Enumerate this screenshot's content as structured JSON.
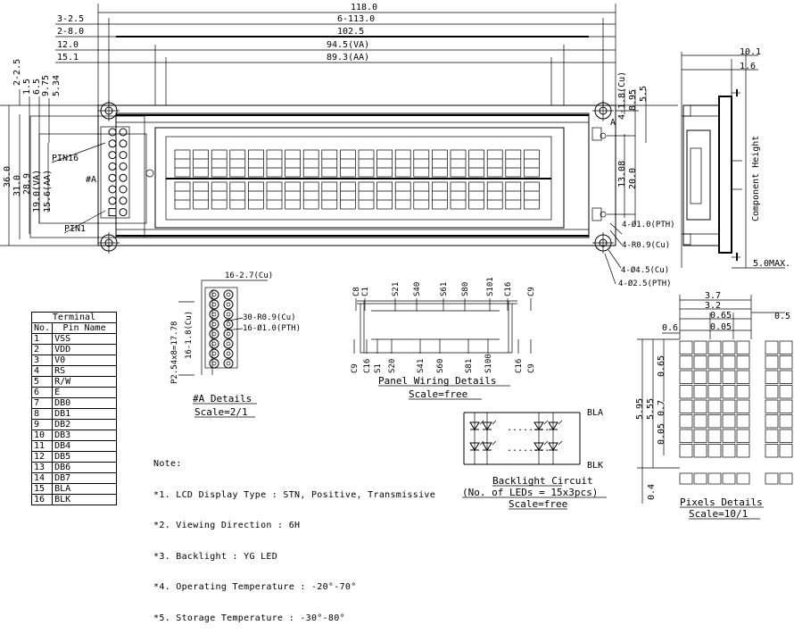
{
  "top_dims": {
    "d1": "118.0",
    "d2a": "3-2.5",
    "d2b": "6-113.0",
    "d3a": "2-8.0",
    "d3b": "102.5",
    "d4a": "12.0",
    "d4b": "94.5(VA)",
    "d5a": "15.1",
    "d5b": "89.3(AA)"
  },
  "left_dims": [
    "2-2.5",
    "1.5",
    "6.5",
    "9.75",
    "5.34"
  ],
  "vert_dims": [
    "36.0",
    "31.0",
    "28.9",
    "19.0(VA)",
    "15.6(AA)"
  ],
  "right_dims": [
    "4-1.8(Cu)",
    "8.95",
    "5.5",
    "13.08",
    "20.0"
  ],
  "hole_labels": [
    "4-Ø1.0(PTH)",
    "4-R0.9(Cu)",
    "4-Ø4.5(Cu)",
    "4-Ø2.5(PTH)"
  ],
  "pin_labels": {
    "pin16": "PIN16",
    "pin1": "PIN1",
    "marker": "#A",
    "ref": "A"
  },
  "side": {
    "d1": "10.1",
    "d2": "1.6",
    "height": "Component Height",
    "max": "5.0MAX."
  },
  "a_details": {
    "pitch": "P2.54x8=17.78",
    "row1": "16-2.7(Cu)",
    "col": "16-1.8(Cu)",
    "lbl1": "30-R0.9(Cu)",
    "lbl2": "16-Ø1.0(PTH)",
    "title": "#A Details",
    "scale": "Scale=2/1"
  },
  "panel": {
    "top": [
      "C8",
      "C1",
      "S21",
      "S40",
      "S61",
      "S80",
      "S101",
      "C16",
      "C9"
    ],
    "bottom": [
      "C9",
      "C16",
      "S1",
      "S20",
      "S41",
      "S60",
      "S81",
      "S100",
      "C16",
      "C9"
    ],
    "title": "Panel Wiring Details",
    "scale": "Scale=free"
  },
  "backlight": {
    "bla": "BLA",
    "blk": "BLK",
    "title": "Backlight Circuit",
    "count": "(No. of LEDs = 15x3pcs)",
    "scale": "Scale=free"
  },
  "pixels": {
    "w1": "3.7",
    "w2": "3.2",
    "w3": "0.65",
    "w4": "0.05",
    "w5": "0.6",
    "w6": "0.5",
    "h1": "5.95",
    "h2": "5.55",
    "h3": "0.65",
    "h4": "0.7",
    "h5": "0.05",
    "h6": "0.4",
    "title": "Pixels Details",
    "scale": "Scale=10/1"
  },
  "terminal": {
    "title": "Terminal",
    "col_no": "No.",
    "col_name": "Pin Name",
    "rows": [
      {
        "no": "1",
        "name": "VSS"
      },
      {
        "no": "2",
        "name": "VDD"
      },
      {
        "no": "3",
        "name": "V0"
      },
      {
        "no": "4",
        "name": "RS"
      },
      {
        "no": "5",
        "name": "R/W"
      },
      {
        "no": "6",
        "name": "E"
      },
      {
        "no": "7",
        "name": "DB0"
      },
      {
        "no": "8",
        "name": "DB1"
      },
      {
        "no": "9",
        "name": "DB2"
      },
      {
        "no": "10",
        "name": "DB3"
      },
      {
        "no": "11",
        "name": "DB4"
      },
      {
        "no": "12",
        "name": "DB5"
      },
      {
        "no": "13",
        "name": "DB6"
      },
      {
        "no": "14",
        "name": "DB7"
      },
      {
        "no": "15",
        "name": "BLA"
      },
      {
        "no": "16",
        "name": "BLK"
      }
    ]
  },
  "notes": {
    "title": "Note:",
    "items": [
      "*1. LCD Display Type : STN, Positive, Transmissive",
      "*2. Viewing Direction : 6H",
      "*3. Backlight : YG LED",
      "*4. Operating Temperature : -20°-70°",
      "*5. Storage Temperature : -30°-80°"
    ]
  }
}
